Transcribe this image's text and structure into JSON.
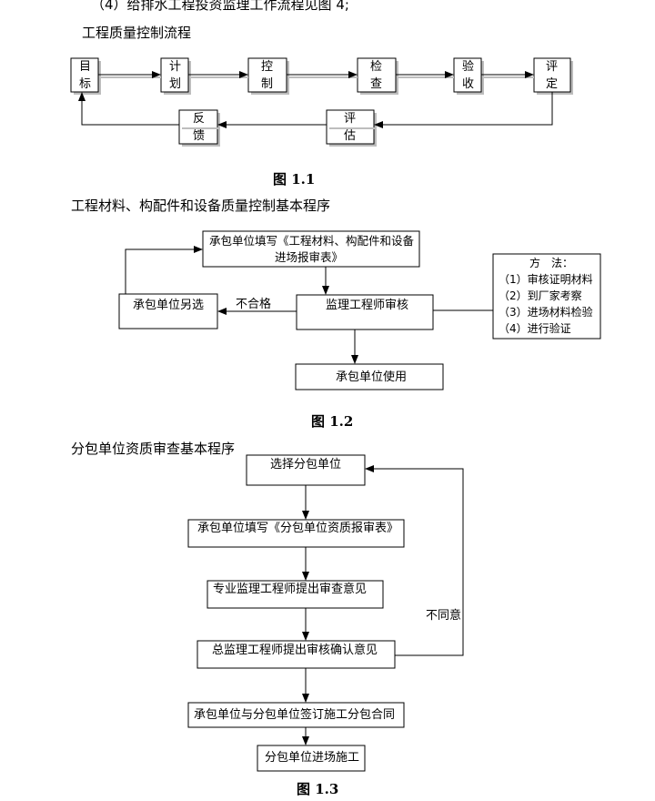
{
  "top_line": "（4）给排水工程投资监理工作流程见图 4;",
  "section1": {
    "title": "工程质量控制流程",
    "nodes": {
      "target": [
        "目",
        "标"
      ],
      "plan": [
        "计",
        "划"
      ],
      "control": [
        "控",
        "制"
      ],
      "inspect": [
        "检",
        "查"
      ],
      "accept": [
        "验",
        "收"
      ],
      "rate": [
        "评",
        "定"
      ],
      "assess": [
        "评",
        "估"
      ],
      "feedback": [
        "反",
        "馈"
      ]
    },
    "caption": "图 1.1"
  },
  "section2": {
    "title": "工程材料、构配件和设备质量控制基本程序",
    "fill_form": [
      "承包单位填写《工程材料、构配件和设备",
      "进场报审表》"
    ],
    "review": "监理工程师审核",
    "reselect": "承包单位另选",
    "unqualified": "不合格",
    "use": "承包单位使用",
    "methods": [
      "方　法：",
      "（1）审核证明材料",
      "（2）到厂家考察",
      "（3）进场材料检验",
      "（4）进行验证"
    ],
    "caption": "图 1.2"
  },
  "section3": {
    "title": "分包单位资质审查基本程序",
    "steps": [
      "选择分包单位",
      "承包单位填写《分包单位资质报审表》",
      "专业监理工程师提出审查意见",
      "总监理工程师提出审核确认意见",
      "承包单位与分包单位签订施工分包合同",
      "分包单位进场施工"
    ],
    "disagree": "不同意",
    "caption": "图 1.3"
  }
}
